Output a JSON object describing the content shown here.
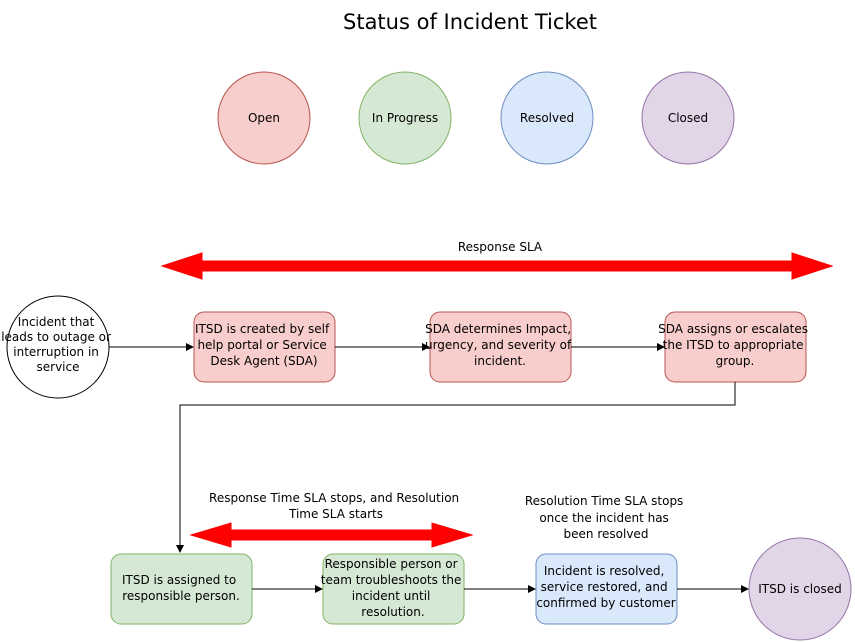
{
  "title": "Status of Incident Ticket",
  "legend": [
    {
      "label": "Open",
      "fill": "#f8cecc",
      "stroke": "#b85450"
    },
    {
      "label": "In Progress",
      "fill": "#d5e8d4",
      "stroke": "#82b366"
    },
    {
      "label": "Resolved",
      "fill": "#dae8fc",
      "stroke": "#6c8ebf"
    },
    {
      "label": "Closed",
      "fill": "#e1d5e7",
      "stroke": "#9673a6"
    }
  ],
  "response_sla_label": "Response SLA",
  "start_node": [
    "Incident that",
    "leads to outage or",
    "interruption in",
    "service"
  ],
  "steps_row1": [
    [
      "ITSD is created by self",
      "help portal or Service",
      "Desk Agent (SDA)"
    ],
    [
      "SDA determines Impact,",
      "urgency, and severity of",
      "incident."
    ],
    [
      "SDA assigns or escalates",
      "the ITSD to appropriate",
      "group."
    ]
  ],
  "response_stop_label": [
    "Response Time SLA stops, and Resolution",
    "Time SLA starts"
  ],
  "resolution_stop_label": [
    "Resolution Time SLA stops",
    "once the incident has",
    "been resolved"
  ],
  "steps_row2": [
    [
      "ITSD is assigned to",
      "responsible person."
    ],
    [
      "Responsible person or",
      "team troubleshoots the",
      "incident until",
      "resolution."
    ],
    [
      "Incident is resolved,",
      "service restored, and",
      "confirmed by customer"
    ]
  ],
  "end_node": [
    "ITSD is closed"
  ],
  "colors": {
    "sla_arrow": "#ff0000",
    "connector": "#000000"
  }
}
